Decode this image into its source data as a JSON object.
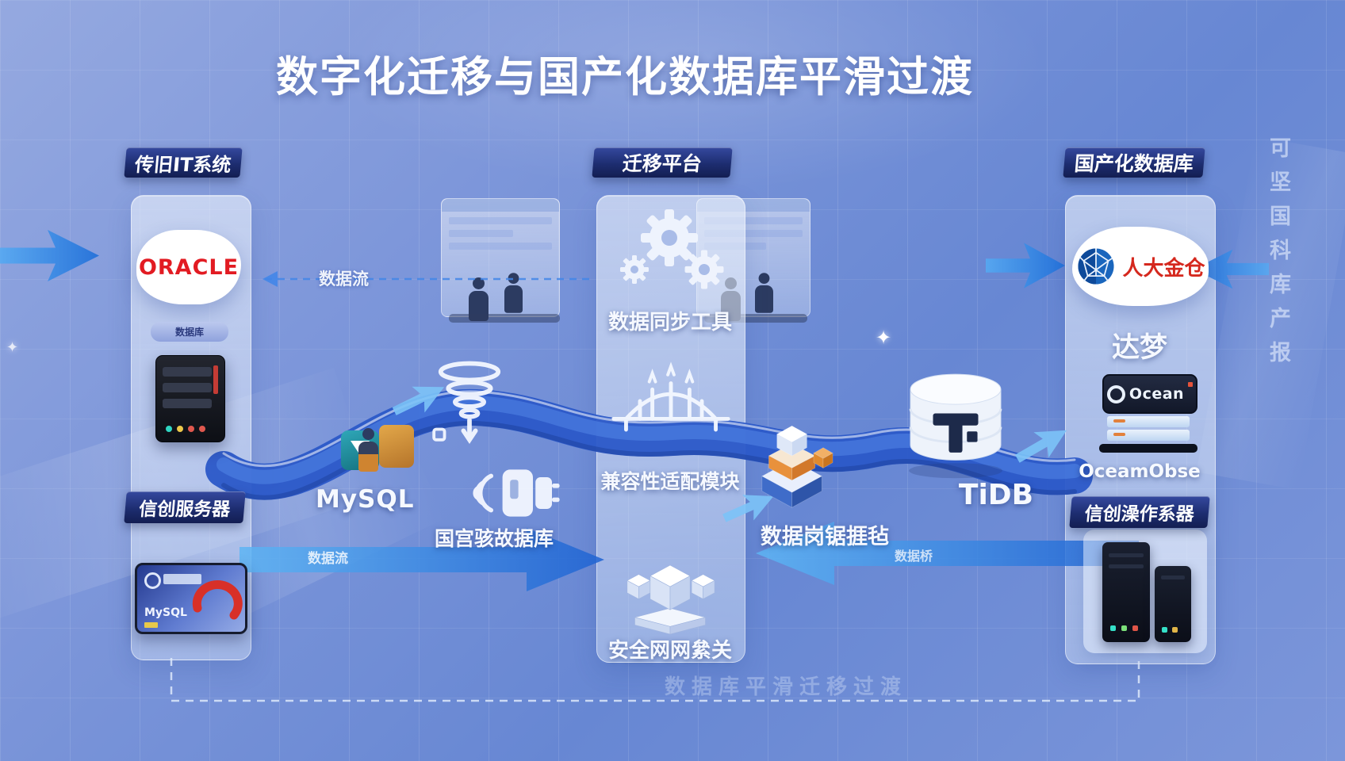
{
  "title": "数字化迁移与国产化数据库平滑过渡",
  "legacy": {
    "header": "传旧IT系统",
    "oracle": "ORACLE",
    "db_pill": "数据库",
    "server_label": "信创服务器",
    "laptop_brand": "MySQL"
  },
  "platform": {
    "header": "迁移平台",
    "tool1": "数据同步工具",
    "tool2": "兼容性适配模块",
    "tool3": "安全网网絫关"
  },
  "domestic": {
    "header": "国产化数据库",
    "kingbase": "人大金仓",
    "dameng": "达梦",
    "ocean_screen": "Ocean",
    "oceanbase": "OceamObse",
    "os_label": "信创澡作系器"
  },
  "mid": {
    "mysql": "MySQL",
    "db_label": "国宫骇故据库",
    "sync_label": "数据岗锯捱毡",
    "tidb": "TiDB"
  },
  "annotations": {
    "data_flow": "数据流",
    "bottom_left": "数据流",
    "bottom_right": "数据桥",
    "ghost": "数据库平滑迁移过渡",
    "vertical": "可坚国科库产报",
    "sparkle": "✦"
  },
  "colors": {
    "background_blue": "#7e97da",
    "navy_box": "#1d2d70",
    "ribbon_blue": "#2b58c8",
    "arrow_blue": "#2f86e8",
    "oracle_red": "#e21b22",
    "kingbase_red": "#d5281e",
    "orange_accent": "#e8913c"
  }
}
